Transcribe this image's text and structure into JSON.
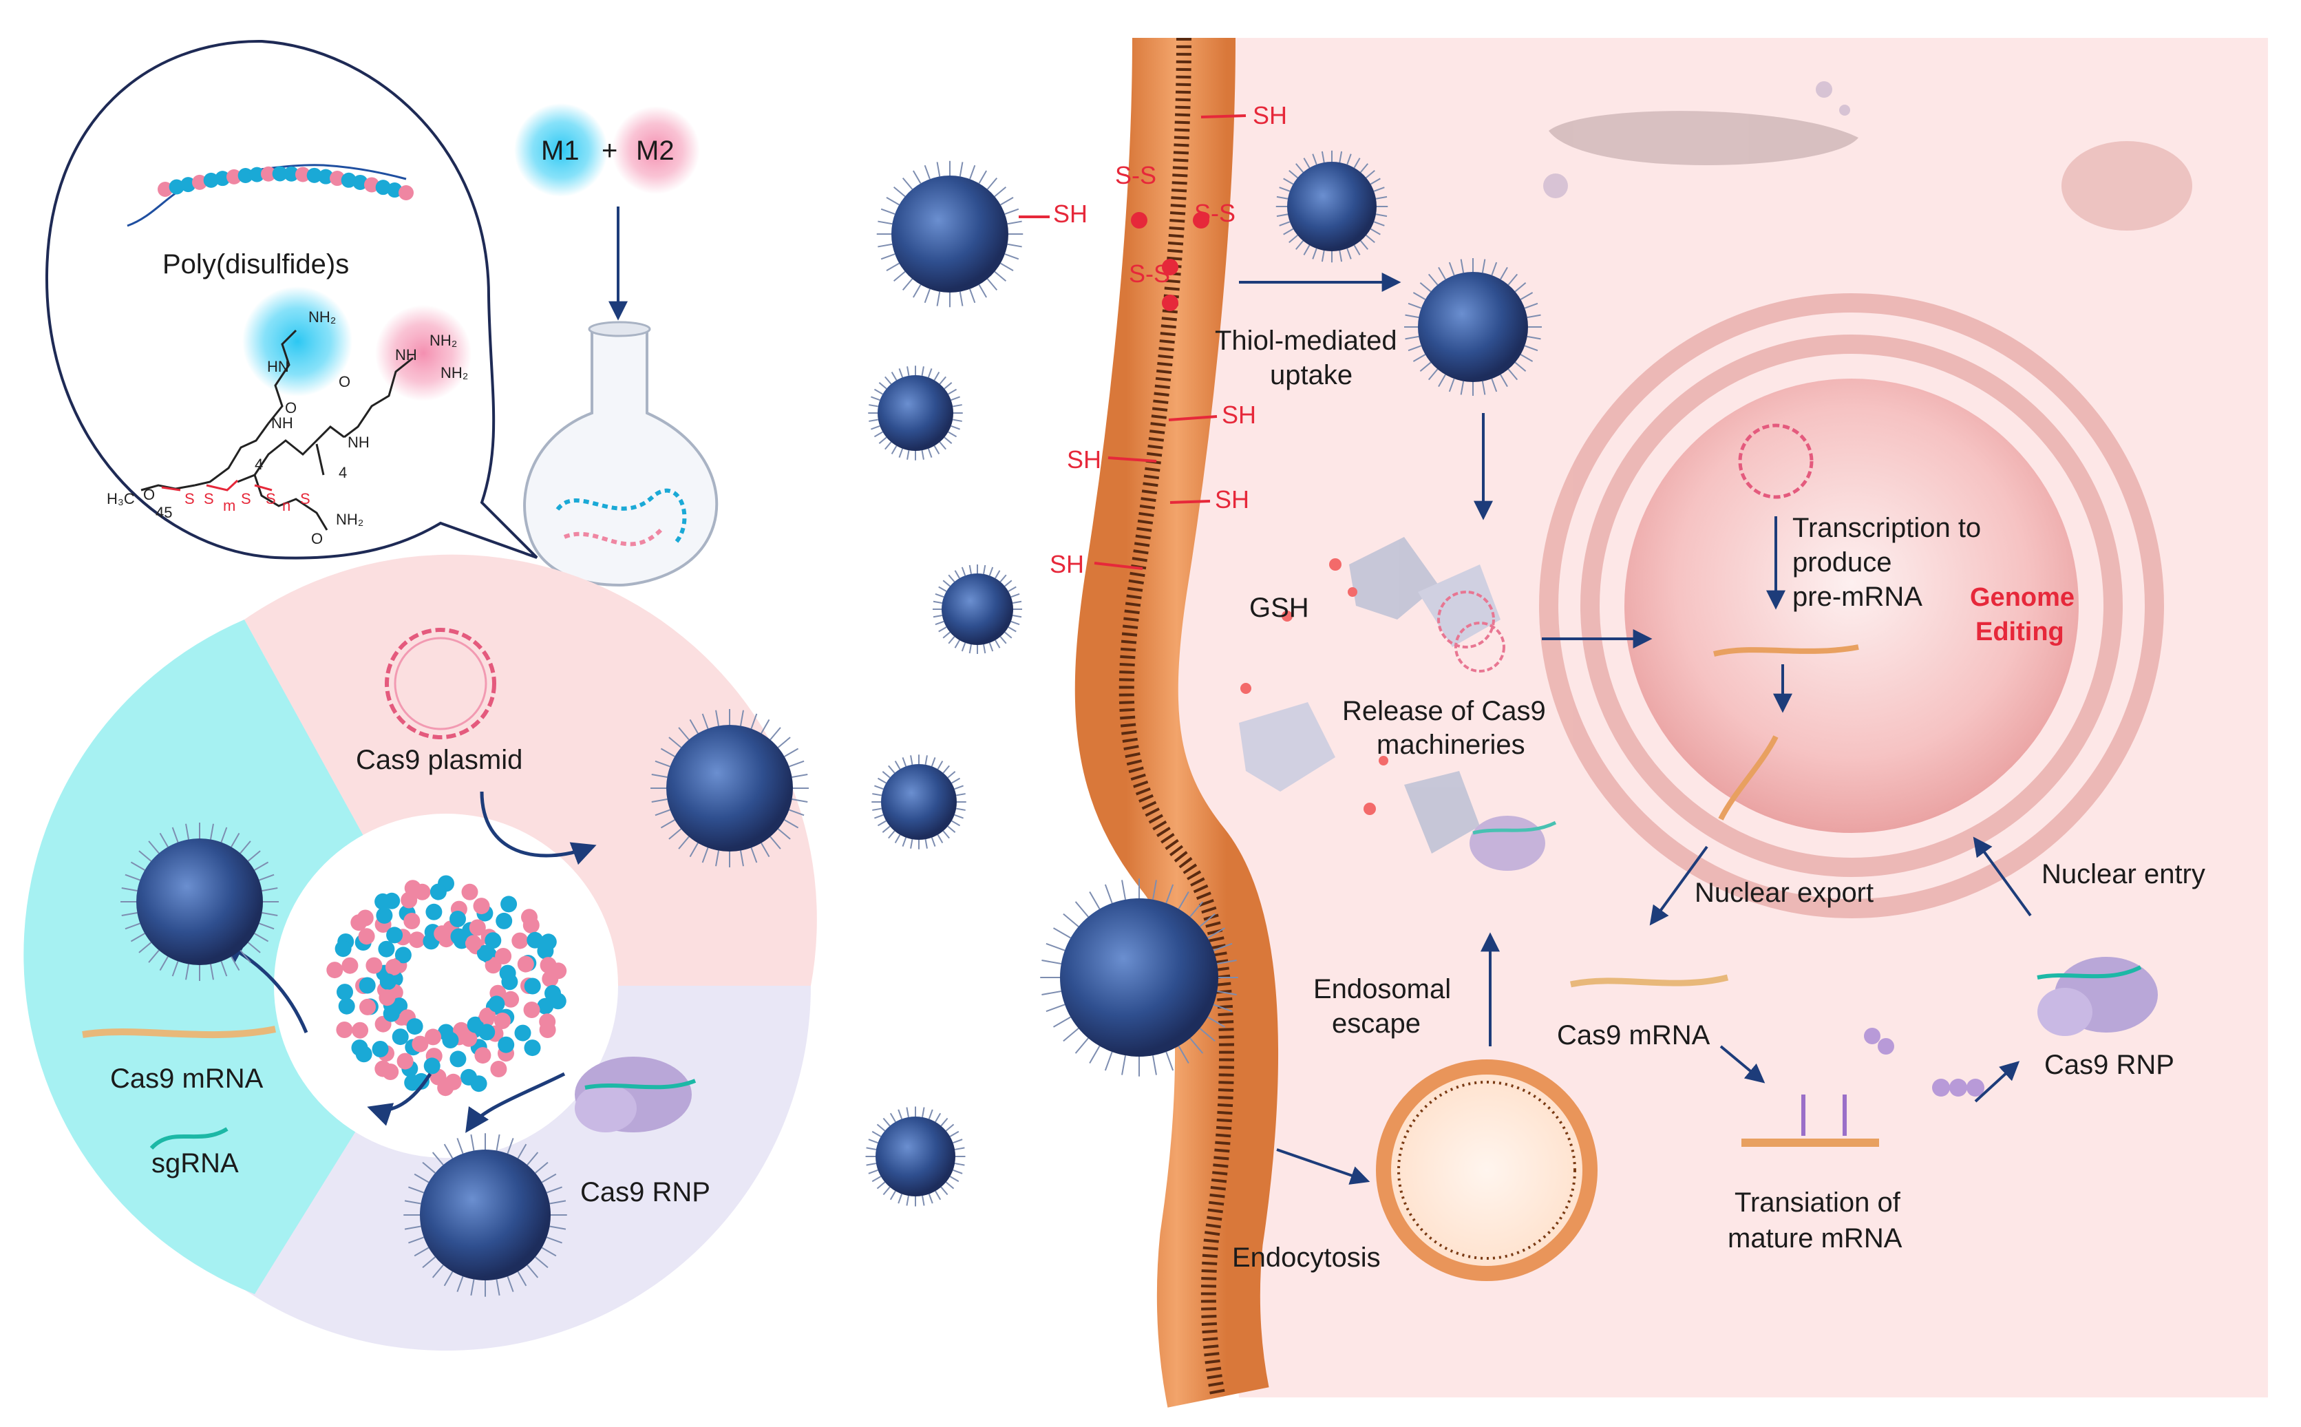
{
  "left_panel": {
    "polymer_label": "Poly(disulfide)s",
    "monomer1": "M1",
    "plus_sign": "+",
    "monomer2": "M2",
    "chem": {
      "nh2_a": "NH₂",
      "hn_a": "HN",
      "nh_b": "NH",
      "nh2_guan": "NH₂",
      "nh_guan": "NH",
      "nh2_guan2": "NH₂",
      "nh_c": "NH",
      "sub4_a": "4",
      "sub4_b": "4",
      "methyl": "H₃C",
      "o_peg": "O",
      "sub45": "45",
      "s1": "S",
      "s2": "S",
      "s3": "S",
      "s4": "S",
      "s5": "S",
      "m_sub": "m",
      "n_sub": "n",
      "amide_nh2": "NH₂",
      "o1": "O",
      "o2": "O",
      "o3": "O"
    },
    "cargo": {
      "plasmid": "Cas9 plasmid",
      "mrna": "Cas9 mRNA",
      "sgrna": "sgRNA",
      "rnp": "Cas9 RNP"
    }
  },
  "right_panel": {
    "sh": "SH",
    "ss": "S-S",
    "thiol_uptake": [
      "Thiol-mediated",
      "uptake"
    ],
    "gsh": "GSH",
    "release": [
      "Release of Cas9",
      "machineries"
    ],
    "endosomal_escape": [
      "Endosomal",
      "escape"
    ],
    "endocytosis": "Endocytosis",
    "transcription": [
      "Transcription to",
      "produce",
      "pre-mRNA"
    ],
    "genome_editing": [
      "Genome",
      "Editing"
    ],
    "nuclear_export": "Nuclear export",
    "nuclear_entry": "Nuclear entry",
    "cas9_mrna": "Cas9 mRNA",
    "cas9_rnp": "Cas9 RNP",
    "translation": [
      "Transiation of",
      "mature mRNA"
    ]
  },
  "colors": {
    "membrane": "#e9955a",
    "cytoplasm": "#fde7e7",
    "nanoparticle": "#3a5f9a",
    "cyan": "#1aa9d6",
    "pink": "#ef86a2",
    "arrow": "#1d3c7a",
    "genome_editing": "#e6283a"
  }
}
